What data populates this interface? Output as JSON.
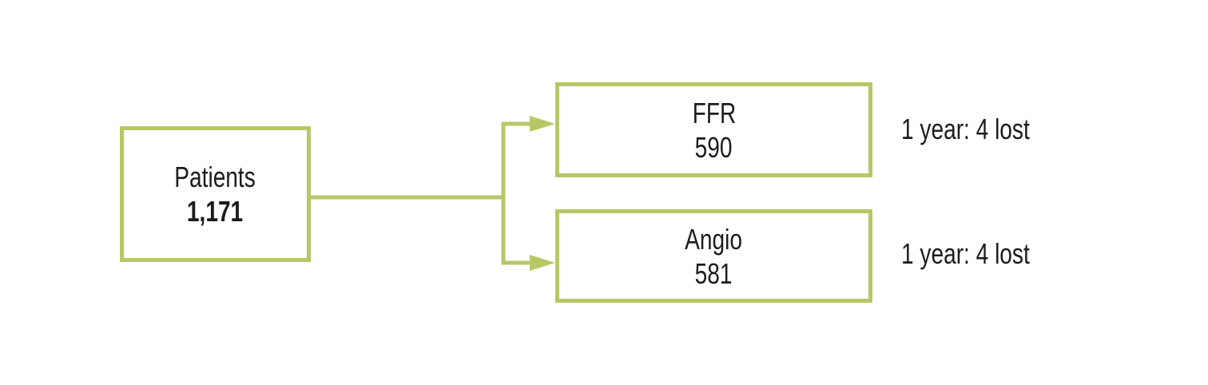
{
  "colors": {
    "accent": "#b7c766",
    "text": "#1c1c1c"
  },
  "diagram": {
    "nodes": {
      "patients": {
        "label": "Patients",
        "value": "1,171"
      },
      "ffr": {
        "label": "FFR",
        "value": "590"
      },
      "angio": {
        "label": "Angio",
        "value": "581"
      }
    },
    "annotations": {
      "ffr_lost": "1 year: 4 lost",
      "angio_lost": "1 year: 4 lost"
    }
  }
}
